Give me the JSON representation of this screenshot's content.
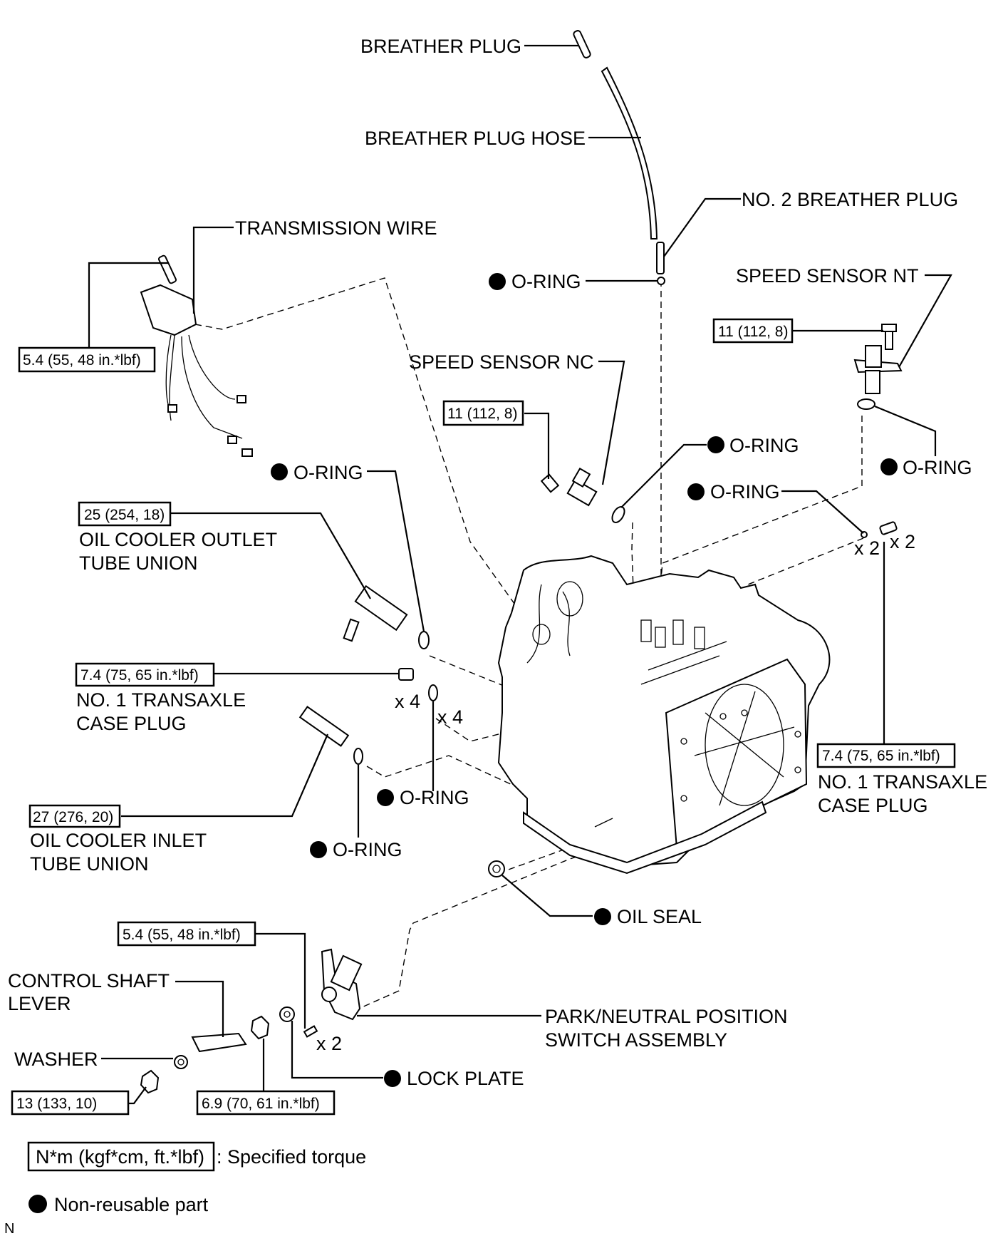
{
  "diagram": {
    "title": "Automatic transaxle components exploded view",
    "colors": {
      "ink": "#000000",
      "background": "#ffffff"
    },
    "labels": {
      "breather_plug": "BREATHER PLUG",
      "breather_plug_hose": "BREATHER PLUG HOSE",
      "no2_breather_plug": "NO. 2 BREATHER PLUG",
      "transmission_wire": "TRANSMISSION WIRE",
      "speed_sensor_nt": "SPEED SENSOR NT",
      "speed_sensor_nc": "SPEED SENSOR NC",
      "oil_cooler_outlet_line1": "OIL COOLER OUTLET",
      "oil_cooler_outlet_line2": "TUBE UNION",
      "case_plug_left_line1": "NO. 1 TRANSAXLE",
      "case_plug_left_line2": "CASE PLUG",
      "case_plug_right_line1": "NO. 1 TRANSAXLE",
      "case_plug_right_line2": "CASE PLUG",
      "oil_cooler_inlet_line1": "OIL COOLER INLET",
      "oil_cooler_inlet_line2": "TUBE UNION",
      "oil_seal": "OIL SEAL",
      "control_shaft_line1": "CONTROL SHAFT",
      "control_shaft_line2": "LEVER",
      "park_neutral_line1": "PARK/NEUTRAL POSITION",
      "park_neutral_line2": "SWITCH ASSEMBLY",
      "washer": "WASHER",
      "lock_plate": "LOCK PLATE",
      "o_ring": "O-RING"
    },
    "quantities": {
      "x2_oring_right": "x 2",
      "x2_plug_right": "x 2",
      "x4_plug_left": "x 4",
      "x4_oring_left": "x 4",
      "x2_switch_bolt": "x 2"
    },
    "torques": {
      "transmission_wire_bolt": "5.4 (55, 48 in.*lbf)",
      "speed_sensor_nt_bolt": "11 (112, 8)",
      "speed_sensor_nc_bolt": "11 (112, 8)",
      "oil_cooler_outlet": "25 (254, 18)",
      "case_plug_left": "7.4 (75, 65 in.*lbf)",
      "case_plug_right": "7.4 (75, 65 in.*lbf)",
      "oil_cooler_inlet": "27 (276, 20)",
      "switch_bolt": "5.4 (55, 48 in.*lbf)",
      "control_shaft_nut": "13 (133, 10)",
      "switch_nut": "6.9 (70, 61 in.*lbf)"
    },
    "legend": {
      "torque_unit": "N*m (kgf*cm, ft.*lbf)",
      "torque_desc": ": Specified torque",
      "non_reusable": "Non-reusable part"
    },
    "footer_code": "N"
  }
}
